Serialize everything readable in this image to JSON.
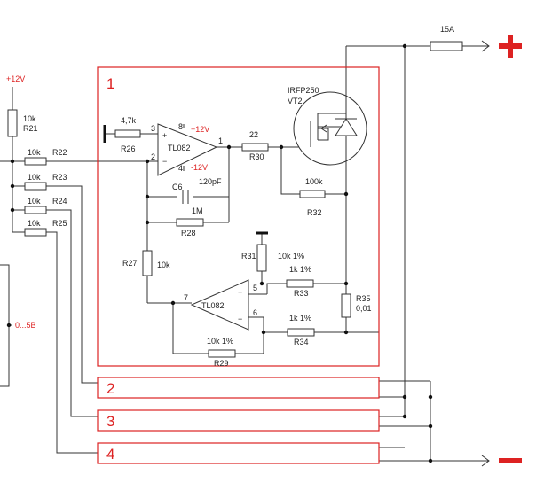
{
  "supply": {
    "vcc": "+12V"
  },
  "blocks": [
    "1",
    "2",
    "3",
    "4"
  ],
  "terminals": {
    "plus": "+",
    "minus": "−"
  },
  "fuse": {
    "rating": "15A"
  },
  "transistor": {
    "type": "IRFP250",
    "ref": "VT2"
  },
  "opamp1": {
    "type": "TL082",
    "pin8": "8",
    "pin4": "4",
    "pin3": "3",
    "pin2": "2",
    "pin1": "1",
    "plus_sign": "+",
    "minus_sign": "−",
    "vpos": "+12V",
    "vneg": "-12V"
  },
  "opamp2": {
    "type": "TL082",
    "pin7": "7",
    "pin5": "5",
    "pin6": "6",
    "plus_sign": "+",
    "minus_sign": "−"
  },
  "resistors": {
    "r21": {
      "ref": "R21",
      "value": "10k"
    },
    "r22": {
      "ref": "R22",
      "value": "10k"
    },
    "r23": {
      "ref": "R23",
      "value": "10k"
    },
    "r24": {
      "ref": "R24",
      "value": "10k"
    },
    "r25": {
      "ref": "R25",
      "value": "10k"
    },
    "r26": {
      "ref": "R26",
      "value": "4,7k"
    },
    "r27": {
      "ref": "R27",
      "value": "10k"
    },
    "r28": {
      "ref": "R28",
      "value": "1M"
    },
    "r29": {
      "ref": "R29",
      "value": "10k  1%"
    },
    "r30": {
      "ref": "R30",
      "value": "22"
    },
    "r31": {
      "ref": "R31",
      "value": "10k  1%"
    },
    "r32": {
      "ref": "R32",
      "value": "100k"
    },
    "r33": {
      "ref": "R33",
      "value": "1k  1%"
    },
    "r34": {
      "ref": "R34",
      "value": "1k  1%"
    },
    "r35": {
      "ref": "R35",
      "value": "0,01"
    }
  },
  "capacitor": {
    "ref": "C6",
    "value": "120pF"
  },
  "pot": {
    "range": "0...5B"
  }
}
